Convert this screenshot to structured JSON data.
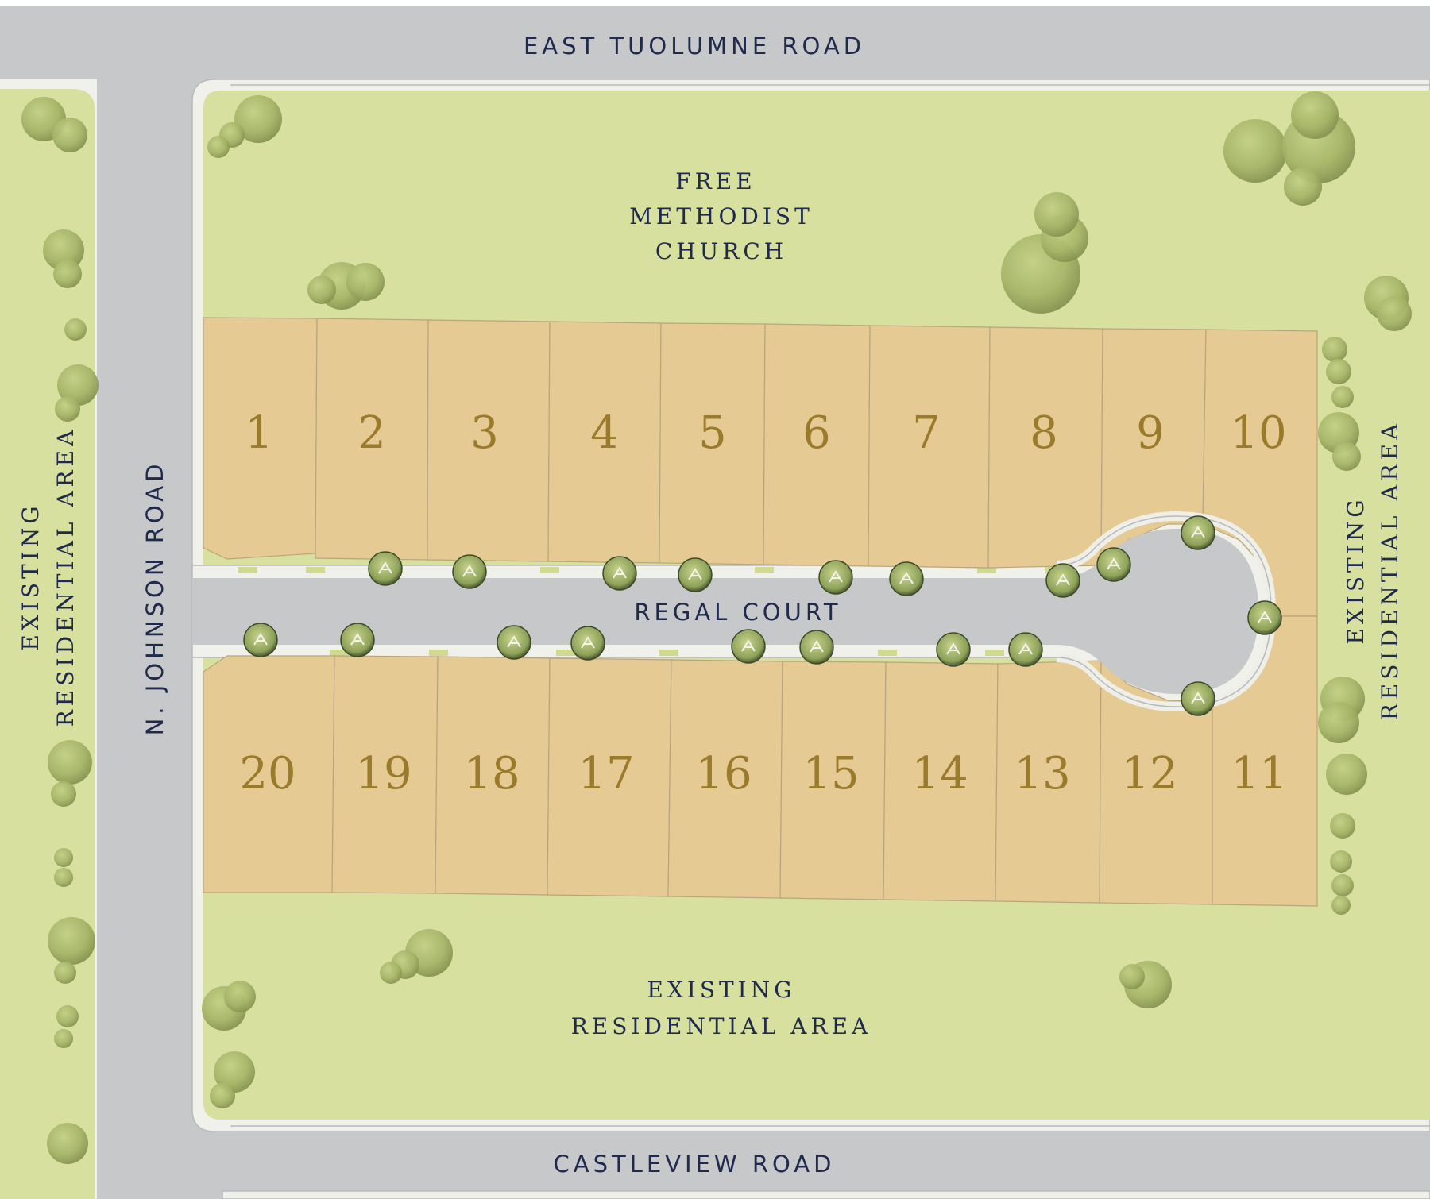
{
  "roads": {
    "north": "EAST TUOLUMNE ROAD",
    "south": "CASTLEVIEW ROAD",
    "west": "N. JOHNSON ROAD",
    "court": "REGAL COURT"
  },
  "areas": {
    "church": [
      "FREE",
      "METHODIST",
      "CHURCH"
    ],
    "south": [
      "EXISTING",
      "RESIDENTIAL AREA"
    ],
    "west": [
      "EXISTING",
      "RESIDENTIAL AREA"
    ],
    "east": [
      "EXISTING",
      "RESIDENTIAL AREA"
    ]
  },
  "lots": {
    "north_row": [
      "1",
      "2",
      "3",
      "4",
      "5",
      "6",
      "7",
      "8",
      "9",
      "10"
    ],
    "south_row": [
      "20",
      "19",
      "18",
      "17",
      "16",
      "15",
      "14",
      "13",
      "12",
      "11"
    ]
  },
  "colors": {
    "grass": "#d8e0a0",
    "lot": "#e5cb93",
    "road": "#c7c8ca",
    "label": "#1f2a4d",
    "lot_number": "#9a7a2b",
    "tree": "#a5b467"
  },
  "icons": {
    "large_tree": "tree-icon",
    "street_tree": "street-tree-icon"
  }
}
